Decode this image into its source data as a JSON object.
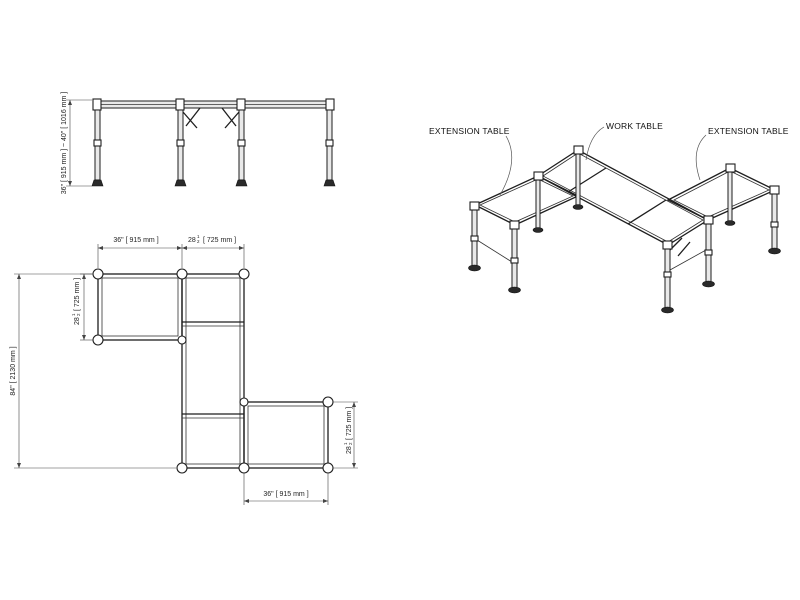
{
  "front_view": {
    "height_dim": "36\" [ 915 mm ] ~ 40\" [ 1016 mm ]"
  },
  "plan_view": {
    "width_top": "36\" [ 915 mm ]",
    "width_top_middle_whole": "28",
    "width_top_middle_frac_num": "1",
    "width_top_middle_frac_den": "2",
    "width_top_middle_mm": "[ 725 mm ]",
    "depth_left_whole": "28",
    "depth_left_frac_num": "1",
    "depth_left_frac_den": "2",
    "depth_left_mm": "[ 725 mm ]",
    "overall_length": "84\" [ 2130 mm ]",
    "depth_right_whole": "28",
    "depth_right_frac_num": "1",
    "depth_right_frac_den": "2",
    "depth_right_mm": "[ 725 mm ]",
    "width_bottom": "36\" [ 915 mm ]"
  },
  "iso_view": {
    "label_left": "EXTENSION TABLE",
    "label_center": "WORK TABLE",
    "label_right": "EXTENSION TABLE"
  }
}
